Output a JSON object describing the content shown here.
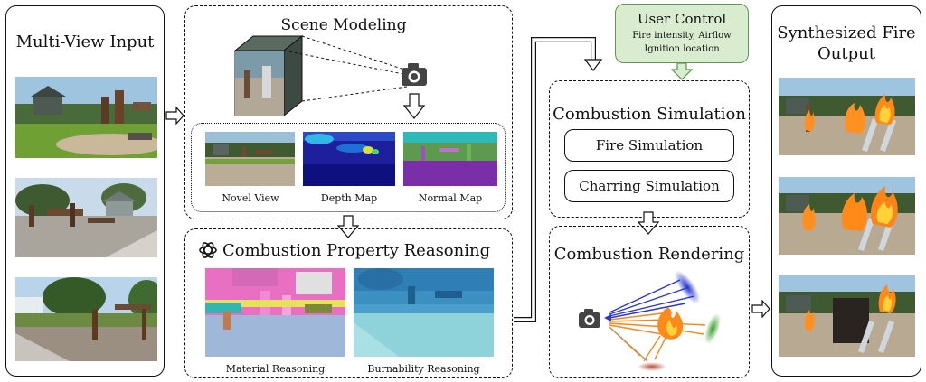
{
  "input_panel": {
    "title": "Multi-View Input"
  },
  "scene_modeling": {
    "title": "Scene Modeling",
    "views": [
      {
        "caption": "Novel View"
      },
      {
        "caption": "Depth Map"
      },
      {
        "caption": "Normal Map"
      }
    ]
  },
  "reasoning": {
    "title": "Combustion Property Reasoning",
    "maps": [
      {
        "caption": "Material Reasoning"
      },
      {
        "caption": "Burnability Reasoning"
      }
    ]
  },
  "user_control": {
    "title": "User Control",
    "line1": "Fire intensity, Airflow",
    "line2": "Ignition location"
  },
  "simulation": {
    "title": "Combustion Simulation",
    "steps": [
      "Fire Simulation",
      "Charring Simulation"
    ]
  },
  "rendering": {
    "title": "Combustion Rendering"
  },
  "output_panel": {
    "title_line1": "Synthesized Fire",
    "title_line2": "Output"
  },
  "colors": {
    "user_control_fill": "#d9ecd0",
    "user_control_border": "#5a9a4a"
  }
}
